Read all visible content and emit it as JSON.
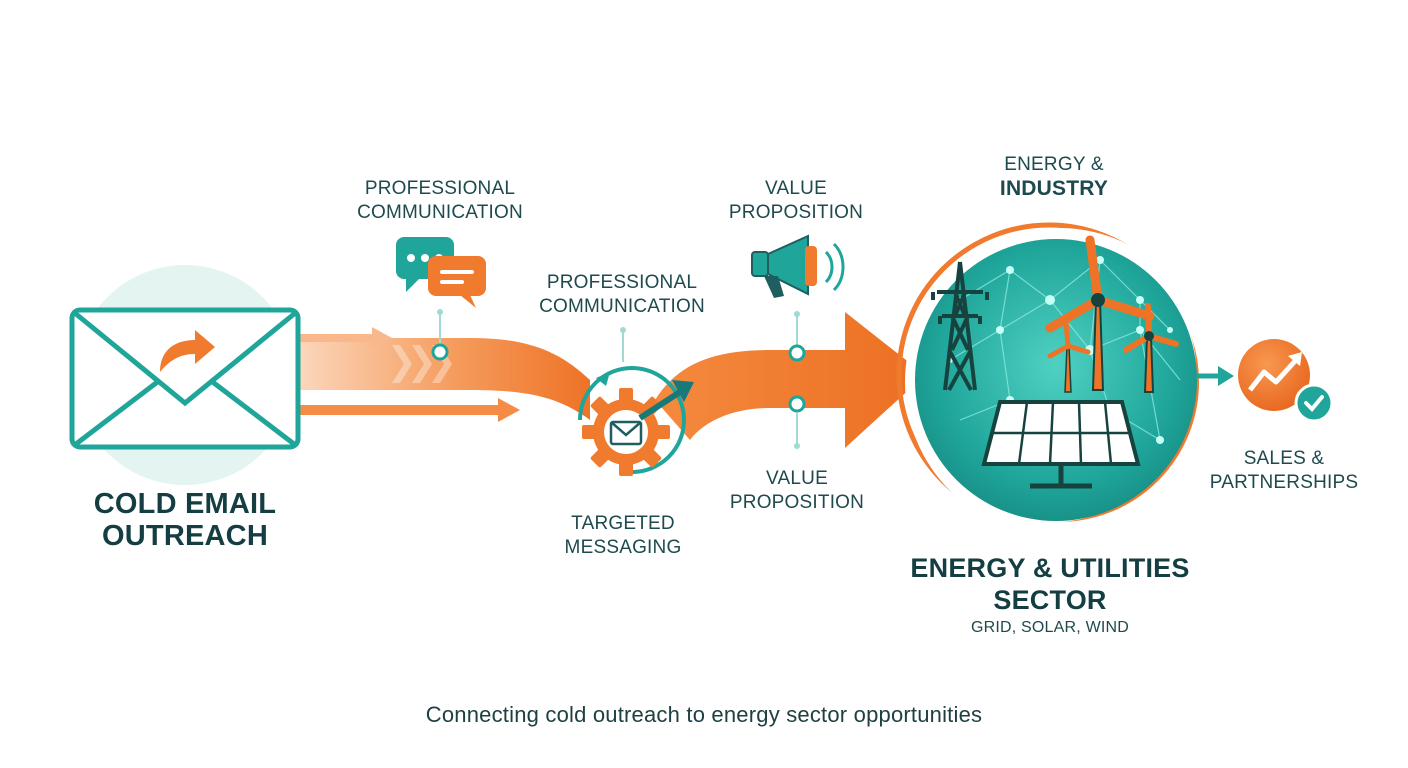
{
  "labels": {
    "prof_comm_top": [
      "PROFESSIONAL",
      "COMMUNICATION"
    ],
    "prof_comm_mid": [
      "PROFESSIONAL",
      "COMMUNICATION"
    ],
    "value_prop_top": [
      "VALUE",
      "PROPOSITION"
    ],
    "value_prop_bottom": [
      "VALUE",
      "PROPOSITION"
    ],
    "energy_industry_line1": "ENERGY &",
    "energy_industry_line2": "INDUSTRY",
    "cold_email": [
      "COLD EMAIL",
      "OUTREACH"
    ],
    "targeted": [
      "TARGETED",
      "MESSAGING"
    ],
    "sector_title": [
      "ENERGY & UTILITIES",
      "SECTOR"
    ],
    "sector_sub": "GRID, SOLAR, WIND",
    "sales": [
      "SALES &",
      "PARTNERSHIPS"
    ]
  },
  "caption": "Connecting cold outreach to energy sector opportunities",
  "icons": {
    "envelope": "envelope-icon",
    "chat": "chat-bubbles-icon",
    "megaphone": "megaphone-icon",
    "gear": "gear-icon",
    "tower": "transmission-tower-icon",
    "turbine": "wind-turbine-icon",
    "solar": "solar-panel-icon",
    "growth": "growth-chart-icon",
    "check": "checkmark-icon"
  },
  "colors": {
    "teal": "#1fa59a",
    "dark_teal": "#17797a",
    "orange": "#f07a2e",
    "light_orange": "#f9c7a3",
    "text": "#1d4a4c"
  }
}
